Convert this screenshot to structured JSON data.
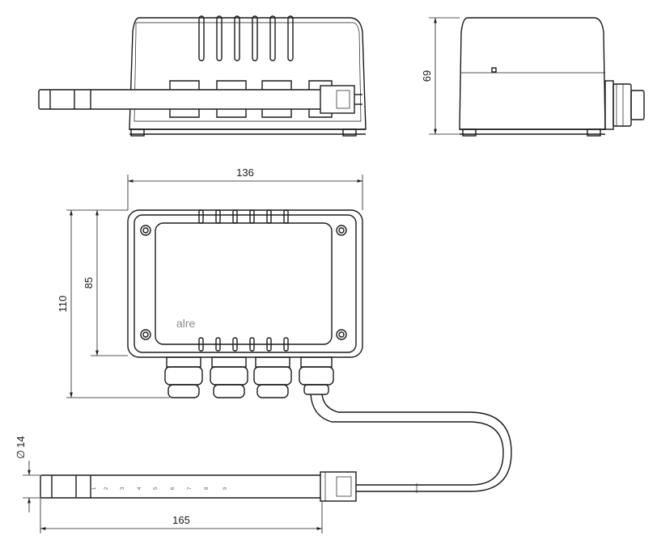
{
  "dimensions": {
    "width_136": "136",
    "height_69": "69",
    "height_110": "110",
    "height_85": "85",
    "diameter_14": "14",
    "length_165": "165",
    "diameter_symbol": "∅"
  },
  "logo_text": "alre",
  "probe_scale_marks": [
    "1",
    "2",
    "3",
    "4",
    "5",
    "6",
    "7",
    "8",
    "9"
  ]
}
